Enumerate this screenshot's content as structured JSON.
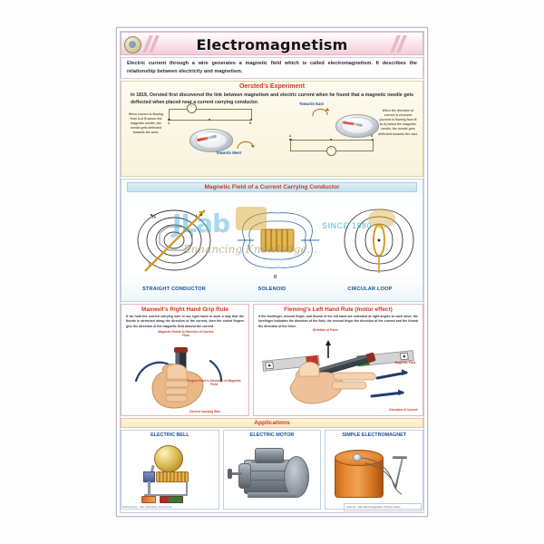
{
  "poster": {
    "title": "Electromagnetism",
    "logo_icon": "institute-seal-icon",
    "intro": "Electric current through a wire generates a magnetic field which is called electromagnetism. It describes the relationship between electricity and magnetism."
  },
  "oersted": {
    "heading": "Oersted's Experiment",
    "body": "In 1819, Oersted first discovered the link between magnetism and electric current when he found that a magnetic needle gets deflected when placed near a current carrying conductor.",
    "caption_left": "When current is flowing from A to B above the magnetic needle, the needle gets deflected towards the west.",
    "caption_right": "When the direction of current is reversed (current is flowing from B to A) below the magnetic needle, the needle gets deflected towards the east.",
    "label_east": "Towards East",
    "label_west": "Towards West",
    "terminal_a": "A",
    "terminal_b": "B",
    "cell_icon": "battery-cell-icon",
    "compass_icon": "magnetic-compass-icon"
  },
  "field_section": {
    "heading": "Magnetic Field of a Current Carrying Conductor",
    "items": [
      {
        "label": "STRAIGHT CONDUCTOR",
        "icon": "concentric-field-lines-icon"
      },
      {
        "label": "SOLENOID",
        "icon": "solenoid-coil-icon"
      },
      {
        "label": "CIRCULAR LOOP",
        "icon": "circular-loop-field-icon"
      }
    ]
  },
  "rules": {
    "right_hand": {
      "heading": "Maxwell's Right Hand Grip Rule",
      "body": "If we hold the current carrying wire in our right hand in such a way that the thumb is stretched along the direction of the current, then the curled fingers give the direction of the magnetic field around the current.",
      "label_thumb": "Magnetic Points in Direction of Current Flow",
      "label_fingers": "Fingers Point in Direction of Magnetic Field",
      "label_wire": "Current Carrying Wire",
      "icon": "right-hand-grip-icon"
    },
    "left_hand": {
      "heading": "Fleming's Left Hand Rule (motor effect)",
      "body": "If the forefinger, second finger, and thumb of the left hand are extended at right angles to each other, the forefinger indicates the direction of the field, the second finger the direction of the current and the thumb the direction of the force.",
      "label_force": "Direction of Force",
      "label_field": "Magnetic Field",
      "label_current": "Direction of Current",
      "icon": "left-hand-rule-icon"
    }
  },
  "applications": {
    "heading": "Applications",
    "items": [
      {
        "label": "ELECTRIC BELL",
        "icon": "electric-bell-icon"
      },
      {
        "label": "ELECTRIC MOTOR",
        "icon": "electric-motor-icon"
      },
      {
        "label": "SIMPLE ELECTROMAGNET",
        "icon": "electromagnet-coil-icon"
      }
    ]
  },
  "watermark": {
    "brand": "JLab",
    "since": "SINCE 1980",
    "tagline": "Enhancing Knowledge..."
  },
  "footer": {
    "left": "Published by : Jain Laboratory Instruments",
    "right": "Chart No. : EM / Electromagnetism / Physics Charts"
  }
}
